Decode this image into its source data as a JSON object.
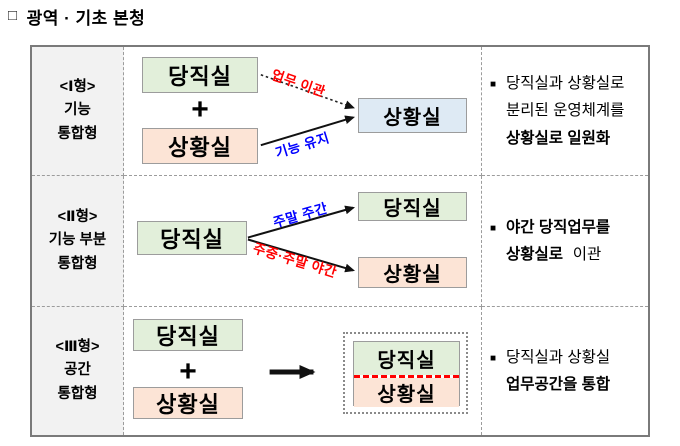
{
  "title": {
    "marker": "□",
    "text": "광역 · 기초 본청"
  },
  "colors": {
    "duty_box_bg": "#E2EFDA",
    "situation_box_bg": "#FCE4D6",
    "result_box_bg": "#DEEAF4",
    "header_cell_bg": "#F2F2F2",
    "label_red": "#FF0000",
    "label_blue": "#0000FF",
    "divider_red": "#FF0000"
  },
  "rows": [
    {
      "header": [
        "<Ⅰ형>",
        "기능",
        "통합형"
      ],
      "diagram": {
        "duty_box": "당직실",
        "plus": "+",
        "situation_box": "상황실",
        "result_box": "상황실",
        "top_arrow_label": "업무 이관",
        "bottom_arrow_label": "기능 유지"
      },
      "desc": {
        "bullet": "■",
        "line1": "당직실과 상황실로",
        "line2": "분리된 운영체계를",
        "line3_bold": "상황실로 일원화"
      }
    },
    {
      "header": [
        "<Ⅱ형>",
        "기능 부분",
        "통합형"
      ],
      "diagram": {
        "source_box": "당직실",
        "top_arrow_label": "주말 주간",
        "bottom_arrow_label": "주중·주말 야간",
        "top_box": "당직실",
        "bottom_box": "상황실"
      },
      "desc": {
        "bullet": "■",
        "line1_bold": "야간 당직업무를",
        "line2_bold": "상황실로",
        "line2_regular": "이관"
      }
    },
    {
      "header": [
        "<Ⅲ형>",
        "공간",
        "통합형"
      ],
      "diagram": {
        "duty_box": "당직실",
        "plus": "+",
        "situation_box": "상황실",
        "merged_top": "당직실",
        "merged_bottom": "상황실"
      },
      "desc": {
        "bullet": "■",
        "line1": "당직실과 상황실",
        "line2_bold": "업무공간을 통합"
      }
    }
  ]
}
